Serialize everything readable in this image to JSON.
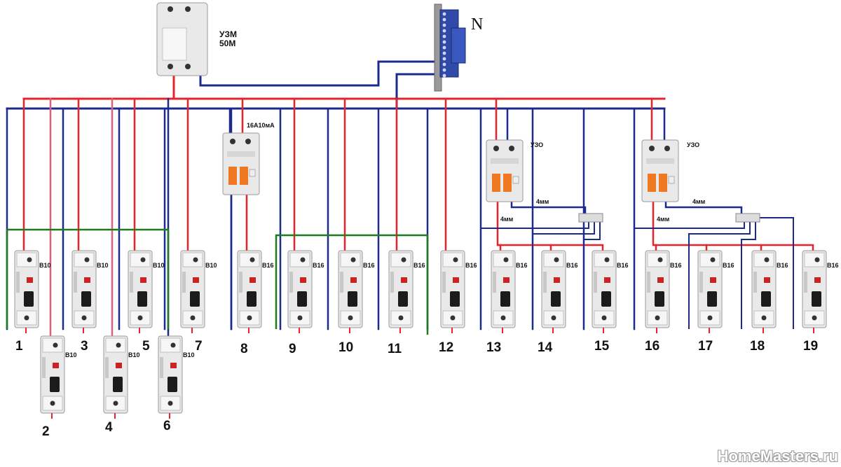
{
  "colors": {
    "phase": "#e8232a",
    "neutral": "#1c2a8c",
    "group": "#1e7a1e",
    "device": "#e9e9e9",
    "orange": "#f07820"
  },
  "uzm": {
    "line1": "УЗМ",
    "line2": "50М"
  },
  "neutral_bus": {
    "label": "N"
  },
  "rcd_main": {
    "label": "16А10мА"
  },
  "rcd_a": {
    "label": "УЗО",
    "wire_label_top": "4мм",
    "wire_label_side": "4мм"
  },
  "rcd_b": {
    "label": "УЗО",
    "wire_label_top": "4мм",
    "wire_label_side": "4мм"
  },
  "breakers": [
    {
      "number": "1",
      "rating": "В10"
    },
    {
      "number": "2",
      "rating": "В10"
    },
    {
      "number": "3",
      "rating": "В10"
    },
    {
      "number": "4",
      "rating": "В10"
    },
    {
      "number": "5",
      "rating": "В10"
    },
    {
      "number": "6",
      "rating": "В10"
    },
    {
      "number": "7",
      "rating": "В10"
    },
    {
      "number": "8",
      "rating": "В16"
    },
    {
      "number": "9",
      "rating": "В16"
    },
    {
      "number": "10",
      "rating": "В16"
    },
    {
      "number": "11",
      "rating": "В16"
    },
    {
      "number": "12",
      "rating": "В16"
    },
    {
      "number": "13",
      "rating": "В16"
    },
    {
      "number": "14",
      "rating": "В16"
    },
    {
      "number": "15",
      "rating": "В16"
    },
    {
      "number": "16",
      "rating": "В16"
    },
    {
      "number": "17",
      "rating": "В16"
    },
    {
      "number": "18",
      "rating": "В16"
    },
    {
      "number": "19",
      "rating": "В16"
    }
  ],
  "watermark": "HomeMasters.ru"
}
